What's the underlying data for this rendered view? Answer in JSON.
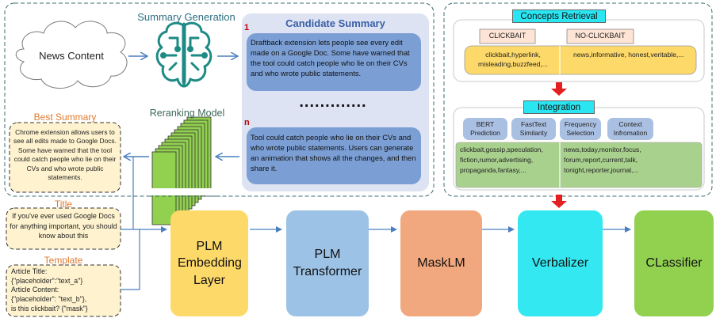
{
  "news_content": "News Content",
  "summary_generation": "Summary Generation",
  "candidate_summary": {
    "title": "Candidate Summary",
    "item1_index": "1",
    "item1_text": "Draftback extension lets people see every edit made on a Google Doc. Some have warned that the tool could catch people who lie on their CVs and who wrote public statements.",
    "ellipsis": ".............",
    "itemn_index": "n",
    "itemn_text": "Tool could catch people who lie on their CVs and who wrote public statements. Users can generate an animation that shows all the changes, and then share it."
  },
  "reranking_model": "Reranking Model",
  "best_summary": {
    "title": "Best Summary",
    "text": "Chrome extension allows users to see all edits made to Google Docs. Some have warned that the tool could catch people who lie on their CVs and who wrote public statements."
  },
  "title_section": {
    "title": "Title",
    "text": "If you've ever used Google Docs for anything important, you should know about this"
  },
  "template_section": {
    "title": "Template",
    "lines": [
      "Article Title:",
      "{\"placeholder\":\"text_a\"}",
      "Article Content:",
      "{\"placeholder\": \"text_b\"},",
      "is this clickbait? {\"mask\"}"
    ]
  },
  "concepts_retrieval": {
    "title": "Concepts Retrieval",
    "clickbait_label": "CLICKBAIT",
    "noclickbait_label": "NO-CLICKBAIT",
    "clickbait_words": "clickbait,hyperlink, misleading,buzzfeed,...",
    "noclickbait_words": "news,informative, honest,veritable,..."
  },
  "integration": {
    "title": "Integration",
    "methods": [
      "BERT Prediction",
      "FastText Similarity",
      "Frequency Selection",
      "Context Infromation"
    ],
    "clickbait_words": "clickbait,gossip,speculation, fiction,rumor,advertising, propaganda,fantasy,...",
    "noclickbait_words": "news,today,monitor,focus, forum,report,current,talk, tonight,reporter,journal,..."
  },
  "pipeline": [
    {
      "label": "PLM Embedding Layer",
      "color": "#fdd96a"
    },
    {
      "label": "PLM Transformer",
      "color": "#9cc2e6"
    },
    {
      "label": "MaskLM",
      "color": "#f2a87e"
    },
    {
      "label": "Verbalizer",
      "color": "#33e8f0"
    },
    {
      "label": "CLassifier",
      "color": "#92d050"
    }
  ],
  "colors": {
    "arrow_blue": "#4a7fbf",
    "red_arrow": "#e41f1f",
    "candidate_bg": "#dde3f3",
    "summary_box": "#7b9fd4",
    "cream": "#fff3cf",
    "yellow_band": "#fdd96a",
    "green_band": "#a9d18e",
    "stack_green": "#92d050",
    "cyan_title": "#29e6f2"
  }
}
